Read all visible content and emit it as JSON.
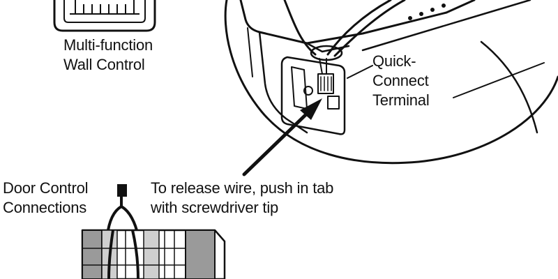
{
  "labels": {
    "wall_control": [
      "Multi-function",
      "Wall Control"
    ],
    "quick_connect": [
      "Quick-",
      "Connect",
      "Terminal"
    ],
    "door_control": [
      "Door Control",
      "Connections"
    ],
    "release_instruction": [
      "To release wire, push in tab",
      "with screwdriver tip"
    ]
  },
  "colors": {
    "line": "#111111",
    "gray_fill": "#9a9a9a",
    "background": "#ffffff"
  }
}
